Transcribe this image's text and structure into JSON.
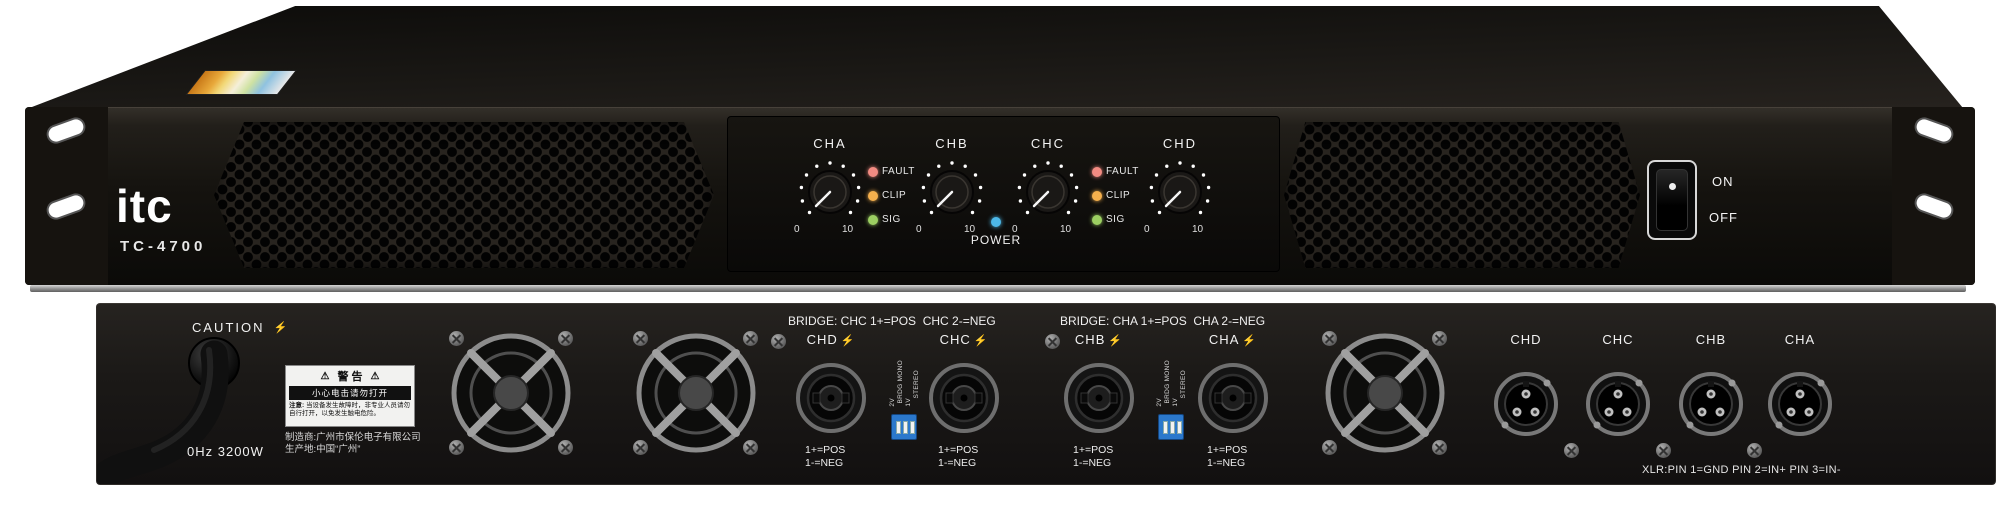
{
  "device": {
    "brand": "itc",
    "model": "TC-4700"
  },
  "icons": {
    "lightning": "⚡",
    "warning": "⚠"
  },
  "colors": {
    "led_fault": "#f28b82",
    "led_clip": "#f5b04d",
    "led_sig": "#9ccf62",
    "led_power": "#4db8e8",
    "dip_blue": "#2b78cc",
    "chassis": "#15130f"
  },
  "front": {
    "channels": [
      {
        "label": "CHA"
      },
      {
        "label": "CHB"
      },
      {
        "label": "CHC"
      },
      {
        "label": "CHD"
      }
    ],
    "scale": {
      "min": "0",
      "max": "10"
    },
    "led_groups": [
      {
        "fault": "FAULT",
        "clip": "CLIP",
        "sig": "SIG"
      },
      {
        "fault": "FAULT",
        "clip": "CLIP",
        "sig": "SIG"
      }
    ],
    "power_label": "POWER",
    "switch": {
      "on": "ON",
      "off": "OFF"
    }
  },
  "rear": {
    "caution": "CAUTION",
    "power_rating": "0Hz 3200W",
    "warning": {
      "title": "警 告",
      "bar": "小心电击请勿打开",
      "note_prefix": "注意:",
      "note": "当设备发生故障时，非专业人员请勿自行打开，以免发生触电危险。"
    },
    "manufacturer": "制造商:广州市保伦电子有限公司",
    "origin": "生产地:中国“广州”",
    "bridge_labels": [
      "BRIDGE: CHC 1+=POS  CHC 2-=NEG",
      "BRIDGE: CHA 1+=POS  CHA 2-=NEG"
    ],
    "speakons": [
      {
        "label": "CHD",
        "line1": "1+=POS",
        "line2": "1-=NEG"
      },
      {
        "label": "CHC",
        "line1": "1+=POS",
        "line2": "1-=NEG"
      },
      {
        "label": "CHB",
        "line1": "1+=POS",
        "line2": "1-=NEG"
      },
      {
        "label": "CHA",
        "line1": "1+=POS",
        "line2": "1-=NEG"
      }
    ],
    "dip_labels": {
      "v2": "2V",
      "v1": "1V",
      "brdg": "BRDG MONO",
      "stereo": "STEREO"
    },
    "xlrs": [
      {
        "label": "CHD"
      },
      {
        "label": "CHC"
      },
      {
        "label": "CHB"
      },
      {
        "label": "CHA"
      }
    ],
    "xlr_note": "XLR:PIN 1=GND PIN 2=IN+ PIN 3=IN-"
  }
}
